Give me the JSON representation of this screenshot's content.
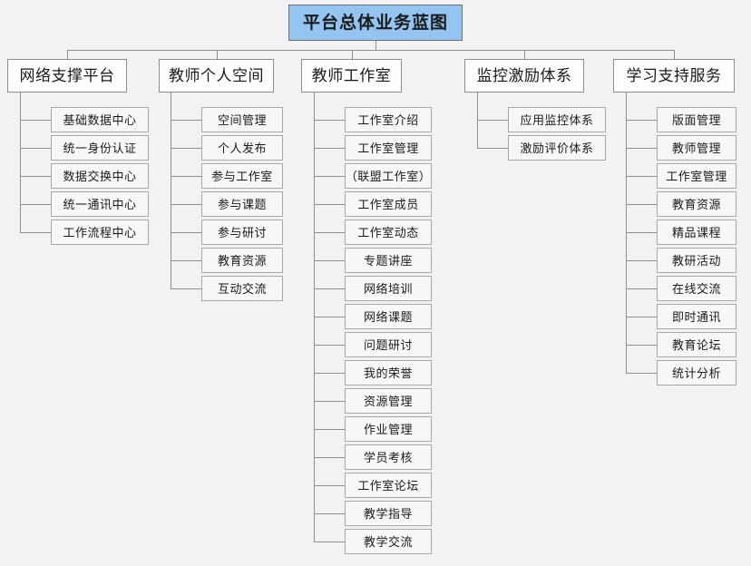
{
  "diagram": {
    "title": "平台总体业务蓝图",
    "colors": {
      "root_fill": "#93c5f0",
      "node_fill": "#f7f7f7",
      "border": "#9a9a9a",
      "background": "#f2f2f2",
      "text": "#1a1a1a"
    },
    "branches": [
      {
        "label": "网络支撑平台",
        "children": [
          "基础数据中心",
          "统一身份认证",
          "数据交换中心",
          "统一通讯中心",
          "工作流程中心"
        ]
      },
      {
        "label": "教师个人空间",
        "children": [
          "空间管理",
          "个人发布",
          "参与工作室",
          "参与课题",
          "参与研讨",
          "教育资源",
          "互动交流"
        ]
      },
      {
        "label": "教师工作室",
        "children": [
          "工作室介绍",
          "工作室管理",
          "（联盟工作室）",
          "工作室成员",
          "工作室动态",
          "专题讲座",
          "网络培训",
          "网络课题",
          "问题研讨",
          "我的荣誉",
          "资源管理",
          "作业管理",
          "学员考核",
          "工作室论坛",
          "教学指导",
          "教学交流"
        ]
      },
      {
        "label": "监控激励体系",
        "children": [
          "应用监控体系",
          "激励评价体系"
        ]
      },
      {
        "label": "学习支持服务",
        "children": [
          "版面管理",
          "教师管理",
          "工作室管理",
          "教育资源",
          "精品课程",
          "教研活动",
          "在线交流",
          "即时通讯",
          "教育论坛",
          "统计分析"
        ]
      }
    ]
  }
}
